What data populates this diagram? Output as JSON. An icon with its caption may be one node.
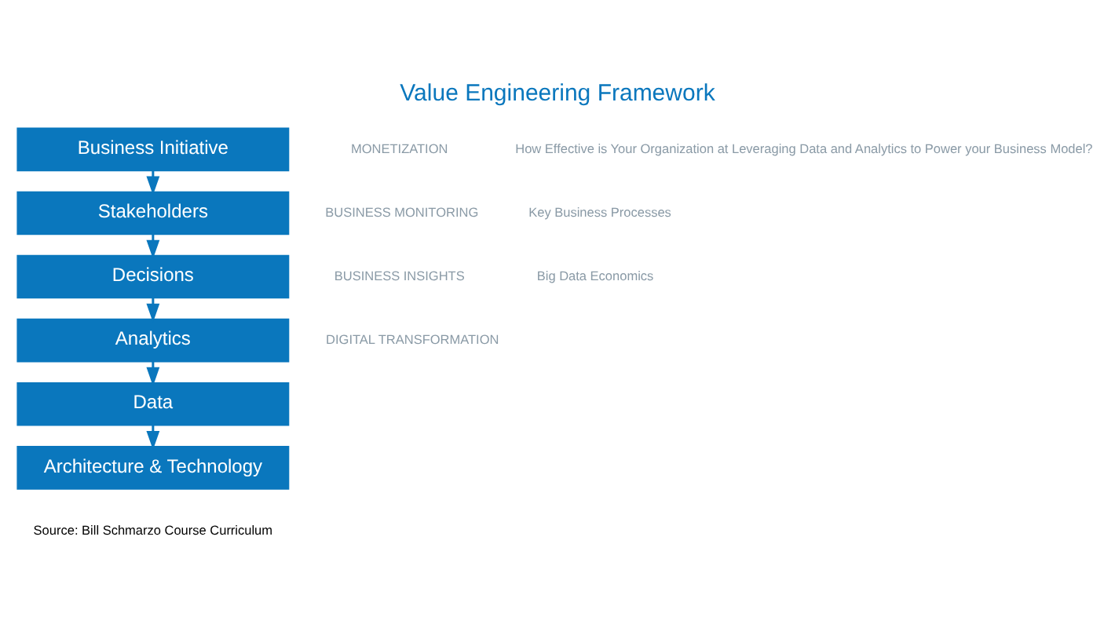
{
  "diagram": {
    "title": "Value Engineering Framework",
    "caption": "Source: Bill Schmarzo Course Curriculum",
    "nodes": [
      {
        "text": [
          "Business Initiative"
        ]
      },
      {
        "text": [
          "Stakeholders"
        ]
      },
      {
        "text": [
          "Decisions"
        ]
      },
      {
        "text": [
          "Analytics"
        ]
      },
      {
        "text": [
          "Data"
        ]
      },
      {
        "text": [
          "Architecture & Technology"
        ]
      }
    ],
    "edges": [
      {
        "from": 0,
        "to": 1,
        "arrow": "to"
      },
      {
        "from": 1,
        "to": 2,
        "arrow": "to"
      },
      {
        "from": 2,
        "to": 3,
        "arrow": "to"
      },
      {
        "from": 3,
        "to": 4,
        "arrow": "to"
      },
      {
        "from": 4,
        "to": 5,
        "arrow": "to"
      }
    ],
    "labels": [
      "How Effective is Your Organization at Leveraging Data and Analytics to Power your Business Model?",
      "Key Business Processes",
      "Big Data Economics",
      "DIGITAL TRANSFORMATION",
      "MONETIZATION",
      "BUSINESS MONITORING",
      "BUSINESS INSIGHTS"
    ]
  }
}
